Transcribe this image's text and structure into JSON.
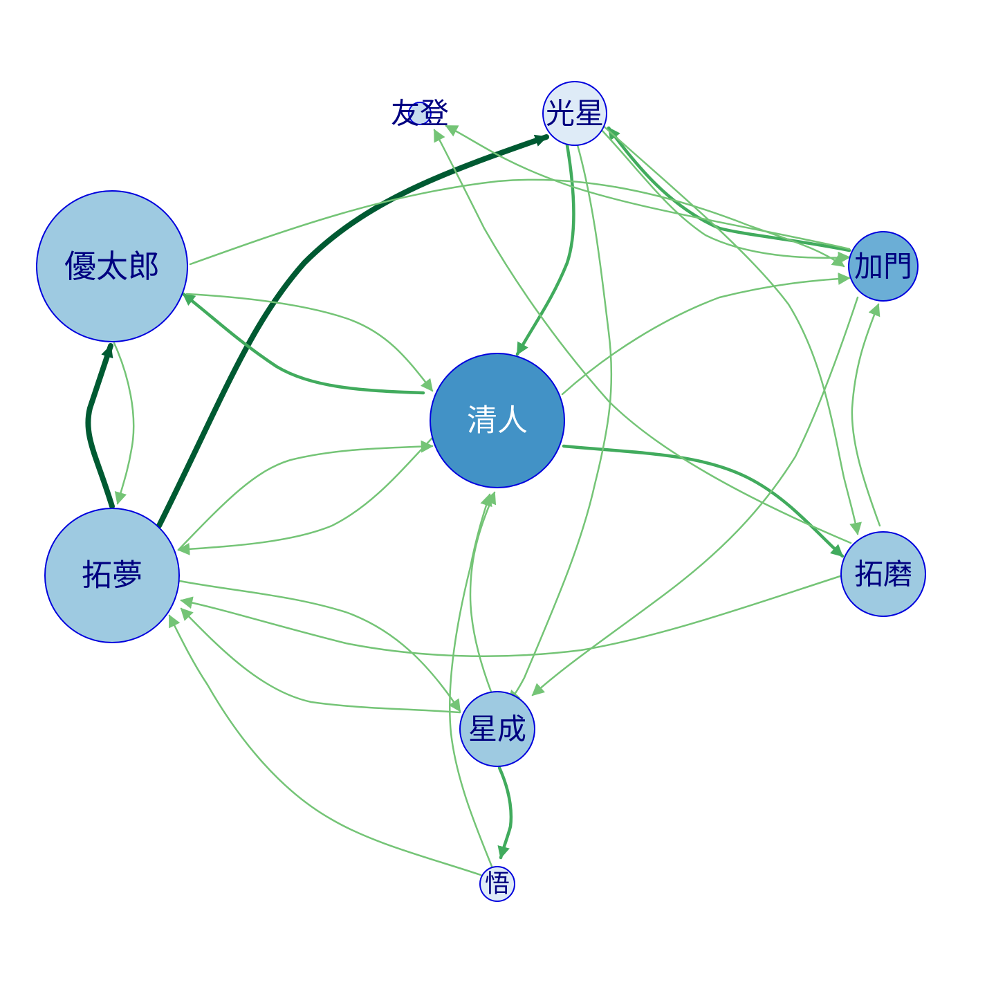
{
  "colors": {
    "background": "#ffffff",
    "node_stroke": "#0000dd",
    "label_dark": "#000080",
    "label_light": "#ffffff",
    "edge_light": "#74c476",
    "edge_mid": "#41ab5d",
    "edge_dark": "#005a32"
  },
  "nodes": [
    {
      "id": "yutaro",
      "label": "優太郎",
      "fill": "#9ecae1"
    },
    {
      "id": "kiyoto",
      "label": "清人",
      "fill": "#4292c6"
    },
    {
      "id": "takumu",
      "label": "拓夢",
      "fill": "#9ecae1"
    },
    {
      "id": "kosei",
      "label": "光星",
      "fill": "#deebf7"
    },
    {
      "id": "tomo",
      "label": "友登",
      "fill": "#c6dbef"
    },
    {
      "id": "kado",
      "label": "加門",
      "fill": "#6baed6"
    },
    {
      "id": "takuma",
      "label": "拓磨",
      "fill": "#9ecae1"
    },
    {
      "id": "seinari",
      "label": "星成",
      "fill": "#9ecae1"
    },
    {
      "id": "satoru",
      "label": "悟",
      "fill": "#deebf7"
    }
  ],
  "edges": [
    {
      "from": "takumu",
      "to": "kosei",
      "weight": "heavy"
    },
    {
      "from": "takumu",
      "to": "yutaro",
      "weight": "heavy"
    },
    {
      "from": "kiyoto",
      "to": "yutaro",
      "weight": "medium"
    },
    {
      "from": "kosei",
      "to": "kiyoto",
      "weight": "medium"
    },
    {
      "from": "kado",
      "to": "kosei",
      "weight": "medium"
    },
    {
      "from": "kiyoto",
      "to": "takuma",
      "weight": "medium"
    },
    {
      "from": "seinari",
      "to": "satoru",
      "weight": "medium"
    },
    {
      "from": "yutaro",
      "to": "takumu",
      "weight": "light"
    },
    {
      "from": "yutaro",
      "to": "kiyoto",
      "weight": "light"
    },
    {
      "from": "yutaro",
      "to": "kado",
      "weight": "light"
    },
    {
      "from": "takumu",
      "to": "kiyoto",
      "weight": "light"
    },
    {
      "from": "kiyoto",
      "to": "takumu",
      "weight": "light"
    },
    {
      "from": "kiyoto",
      "to": "kado",
      "weight": "light"
    },
    {
      "from": "kosei",
      "to": "kado",
      "weight": "light"
    },
    {
      "from": "kosei",
      "to": "takuma",
      "weight": "light"
    },
    {
      "from": "kosei",
      "to": "seinari",
      "weight": "light"
    },
    {
      "from": "kado",
      "to": "tomo",
      "weight": "light"
    },
    {
      "from": "kado",
      "to": "seinari",
      "weight": "light"
    },
    {
      "from": "takuma",
      "to": "kado",
      "weight": "light"
    },
    {
      "from": "takuma",
      "to": "tomo",
      "weight": "light"
    },
    {
      "from": "takuma",
      "to": "takumu",
      "weight": "light"
    },
    {
      "from": "seinari",
      "to": "kiyoto",
      "weight": "light"
    },
    {
      "from": "seinari",
      "to": "takumu",
      "weight": "light"
    },
    {
      "from": "takumu",
      "to": "seinari",
      "weight": "light"
    },
    {
      "from": "satoru",
      "to": "takumu",
      "weight": "light"
    },
    {
      "from": "satoru",
      "to": "kiyoto",
      "weight": "light"
    }
  ]
}
